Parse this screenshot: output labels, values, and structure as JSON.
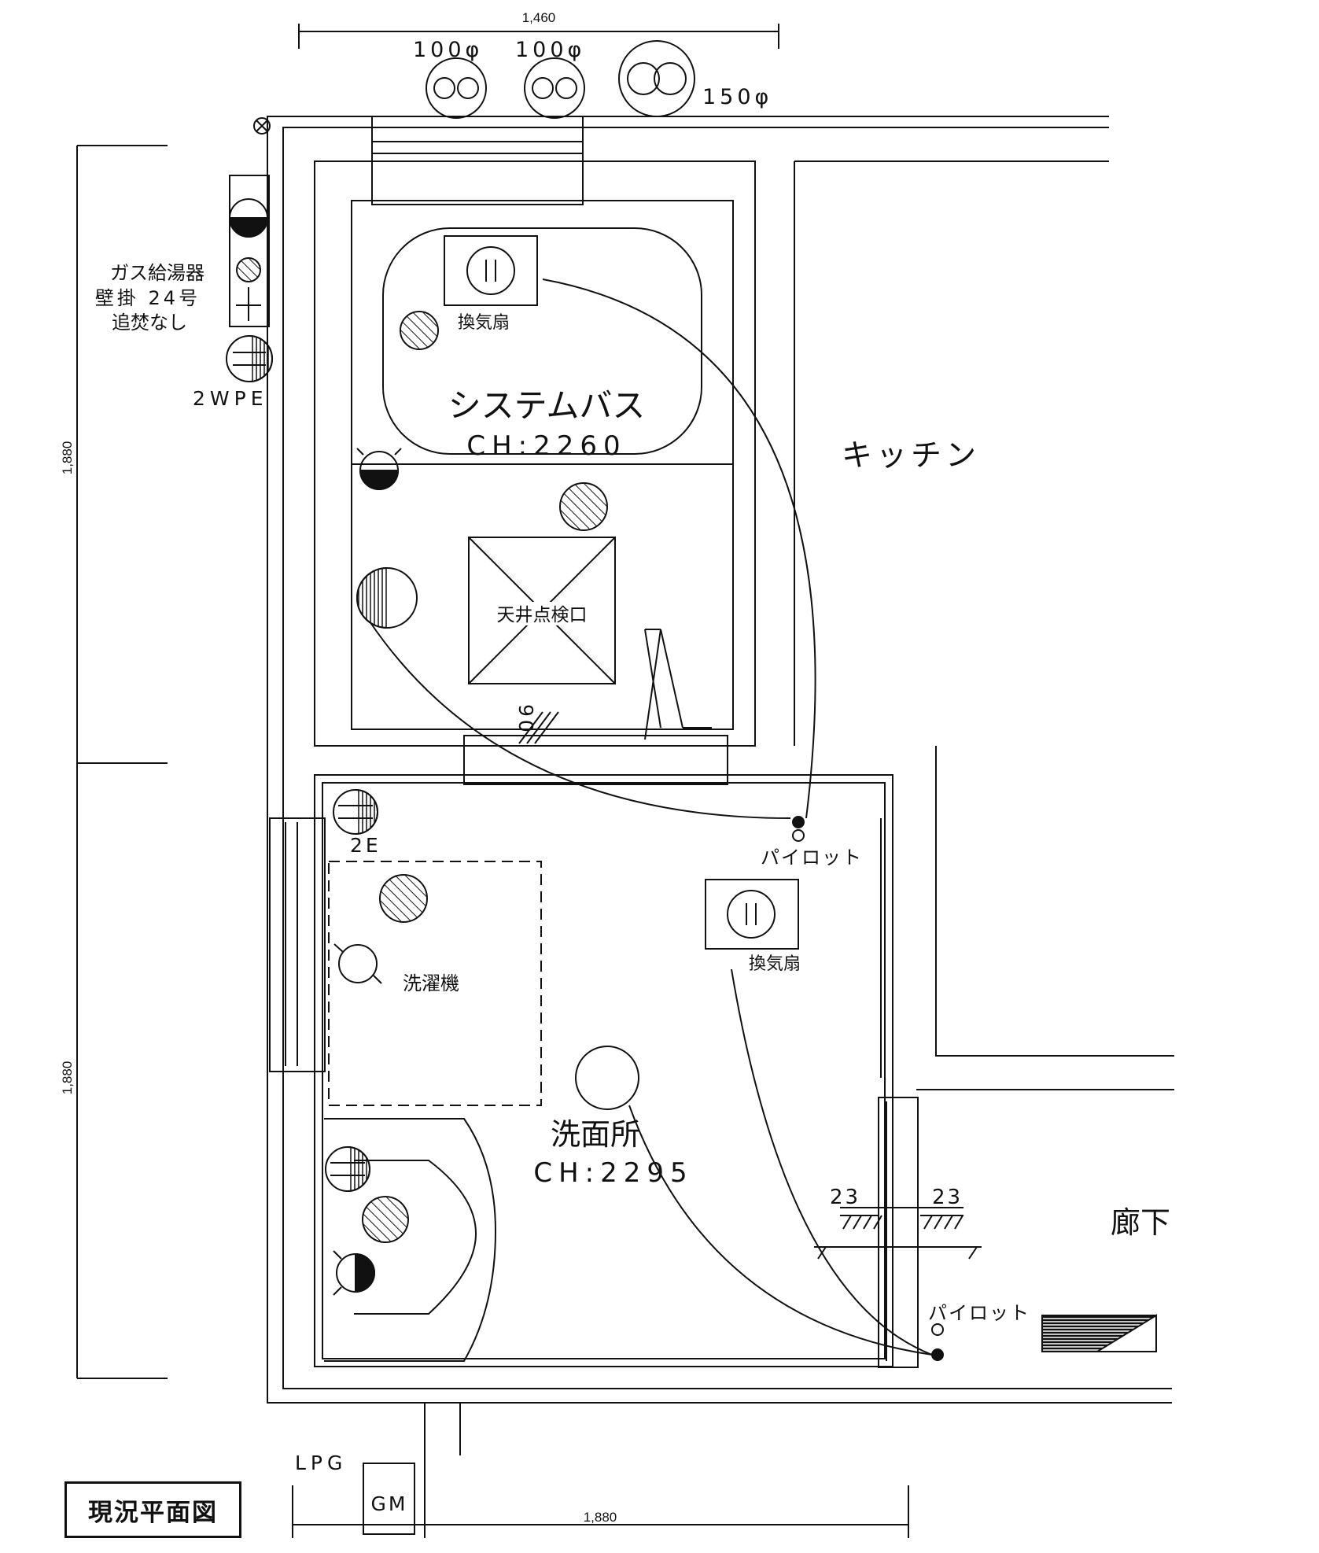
{
  "dims": {
    "top": "1,460",
    "left_upper": "1,880",
    "left_lower": "1,880",
    "bottom": "1,880",
    "duct_100_a": "100φ",
    "duct_100_b": "100φ",
    "duct_150": "150φ",
    "door_90": "90",
    "step_left": "23",
    "step_right": "23"
  },
  "rooms": {
    "bath_name": "システムバス",
    "bath_ch": "CH:2260",
    "kitchen": "キッチン",
    "washroom_name": "洗面所",
    "washroom_ch": "CH:2295",
    "hallway": "廊下"
  },
  "labels": {
    "water_heater_1": "ガス給湯器",
    "water_heater_2": "壁掛 24号",
    "water_heater_3": "追焚なし",
    "outlet_2wpe": "2WPE",
    "fan_bath": "換気扇",
    "fan_wash": "換気扇",
    "ceiling_hatch": "天井点検口",
    "outlet_2e": "2E",
    "washing_machine": "洗濯機",
    "pilot_1": "パイロット",
    "pilot_2": "パイロット",
    "lpg": "LPG",
    "gas_meter": "GM"
  },
  "title": "現況平面図"
}
